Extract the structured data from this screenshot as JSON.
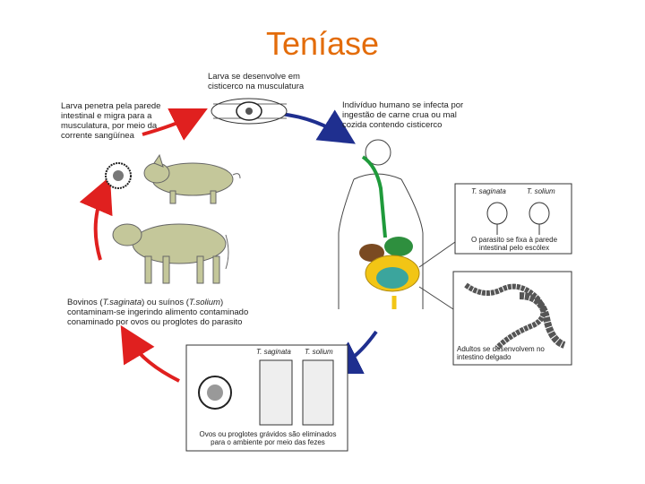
{
  "title": "Teníase",
  "labels": {
    "top": "Larva se desenvolve em cisticerco na musculatura",
    "left": "Larva penetra pela parede intestinal e migra para a musculatura, por meio da corrente sangüínea",
    "right": "Indivíduo humano se infecta por ingestão de carne crua ou mal cozida contendo cisticerco",
    "bottom_left_p1": "Bovinos (",
    "bottom_left_sp1": "T.saginata",
    "bottom_left_p2": ") ou suínos (",
    "bottom_left_sp2": "T.solium",
    "bottom_left_p3": ") contaminam-se ingerindo alimento contaminado conaminado por ovos ou proglotes do parasito",
    "scolex": "O parasito se fixa à parede intestinal pelo escólex",
    "adults": "Adultos se desenvolvem no intestino delgado",
    "eggs": "Ovos ou proglotes grávidos são eliminados para o ambiente por meio das fezes"
  },
  "species": {
    "saginata": "T. saginata",
    "solium": "T. solium"
  },
  "colors": {
    "title": "#e36c0a",
    "arrow_red": "#e0201f",
    "arrow_blue": "#1f2f8f",
    "animal": "#c4c79a",
    "digestive_green": "#1f9a3b",
    "liver": "#7a4a22",
    "stomach": "#2e8f3e",
    "intestine_yellow": "#f2c515",
    "intestine_teal": "#3ba59d"
  }
}
